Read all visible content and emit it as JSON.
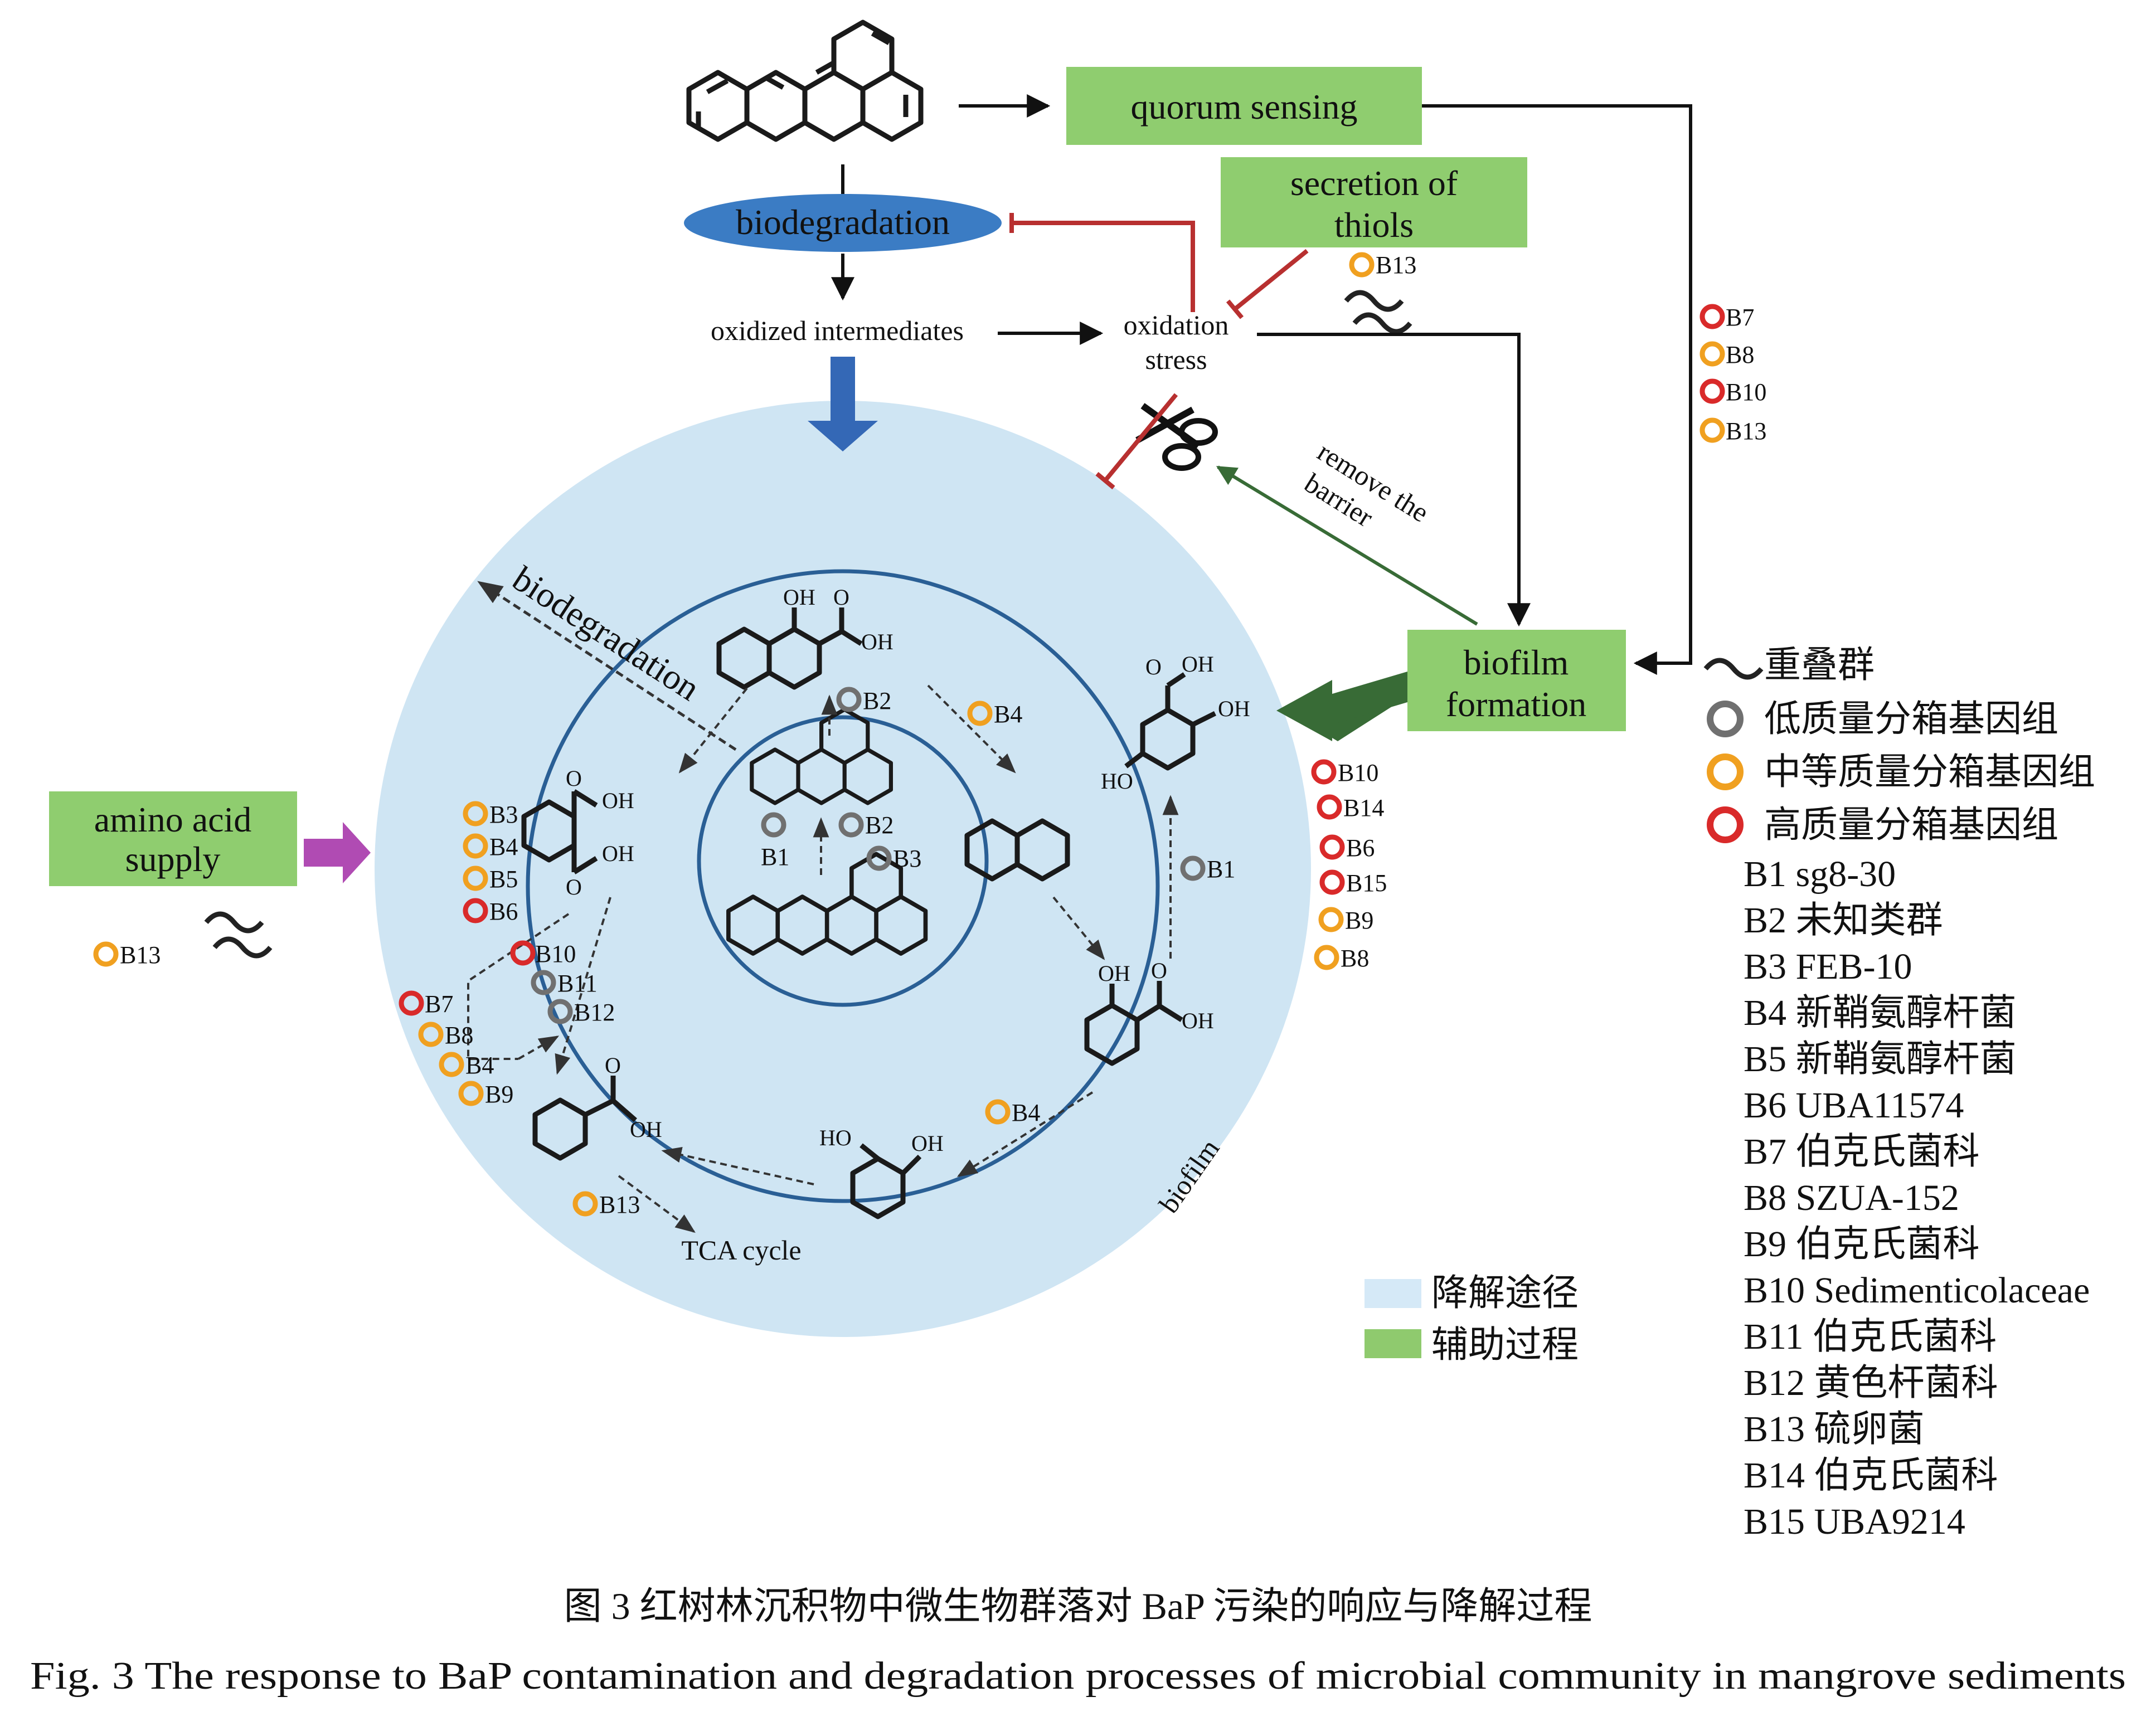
{
  "boxes": {
    "quorum_sensing": "quorum sensing",
    "secretion_line1": "secretion of",
    "secretion_line2": "thiols",
    "amino_line1": "amino acid",
    "amino_line2": "supply",
    "biofilm_line1": "biofilm",
    "biofilm_line2": "formation"
  },
  "labels": {
    "biodegradation_top": "biodegradation",
    "oxidized_intermediates": "oxidized intermediates",
    "oxidation_line1": "oxidation",
    "oxidation_line2": "stress",
    "remove_line1": "remove the",
    "remove_line2": "barrier",
    "biodegradation_circle": "biodegradation",
    "biofilm_edge": "biofilm",
    "tca_cycle": "TCA cycle"
  },
  "chem": {
    "oh": "OH",
    "o": "O",
    "ho": "HO"
  },
  "bins": {
    "secretion": "B13",
    "right_col": [
      "B7",
      "B8",
      "B10",
      "B13"
    ],
    "amino": "B13",
    "inner_center": [
      "B1",
      "B2",
      "B3"
    ],
    "naph_acid": "B2",
    "top_right": "B4",
    "right_mid": "B1",
    "right_outside": [
      "B10",
      "B14",
      "B6",
      "B15",
      "B9",
      "B8"
    ],
    "left_phthalic": [
      "B3",
      "B4",
      "B5",
      "B6"
    ],
    "left_mid": [
      "B10",
      "B11",
      "B12"
    ],
    "left_low": [
      "B7",
      "B8",
      "B4",
      "B9"
    ],
    "benzoic": "B13",
    "catechol": "B4"
  },
  "legend": {
    "items": [
      {
        "symbol": "wave",
        "label": "重叠群"
      },
      {
        "symbol": "ring",
        "color": "#707070",
        "label": "低质量分箱基因组"
      },
      {
        "symbol": "ring",
        "color": "#f0a020",
        "label": "中等质量分箱基因组"
      },
      {
        "symbol": "ring",
        "color": "#d92a2a",
        "label": "高质量分箱基因组"
      }
    ],
    "taxa": [
      "B1  sg8-30",
      "B2  未知类群",
      "B3  FEB-10",
      "B4  新鞘氨醇杆菌",
      "B5  新鞘氨醇杆菌",
      "B6  UBA11574",
      "B7  伯克氏菌科",
      "B8  SZUA-152",
      "B9  伯克氏菌科",
      "B10  Sedimenticolaceae",
      "B11  伯克氏菌科",
      "B12  黄色杆菌科",
      "B13  硫卵菌",
      "B14  伯克氏菌科",
      "B15  UBA9214"
    ],
    "fill_legend": [
      {
        "color": "#d5e9f7",
        "label": "降解途径"
      },
      {
        "color": "#8fca6e",
        "label": "辅助过程"
      }
    ]
  },
  "colors": {
    "circle_fill": "#cfe5f3",
    "ring_stroke": "#2a5f95",
    "box_green": "#8fcd6f",
    "ellipse_blue": "#3b7cc4",
    "arrow_blue": "#3468b6",
    "arrow_green": "#386b36",
    "arrow_purple": "#b04bb3",
    "inhibit_red": "#b83030",
    "ring_low": "#707070",
    "ring_mid": "#f0a020",
    "ring_high": "#d92a2a"
  },
  "caption": {
    "cn": "图 3   红树林沉积物中微生物群落对 BaP 污染的响应与降解过程",
    "en": "Fig. 3   The response to BaP contamination and degradation processes of microbial community in mangrove sediments"
  }
}
